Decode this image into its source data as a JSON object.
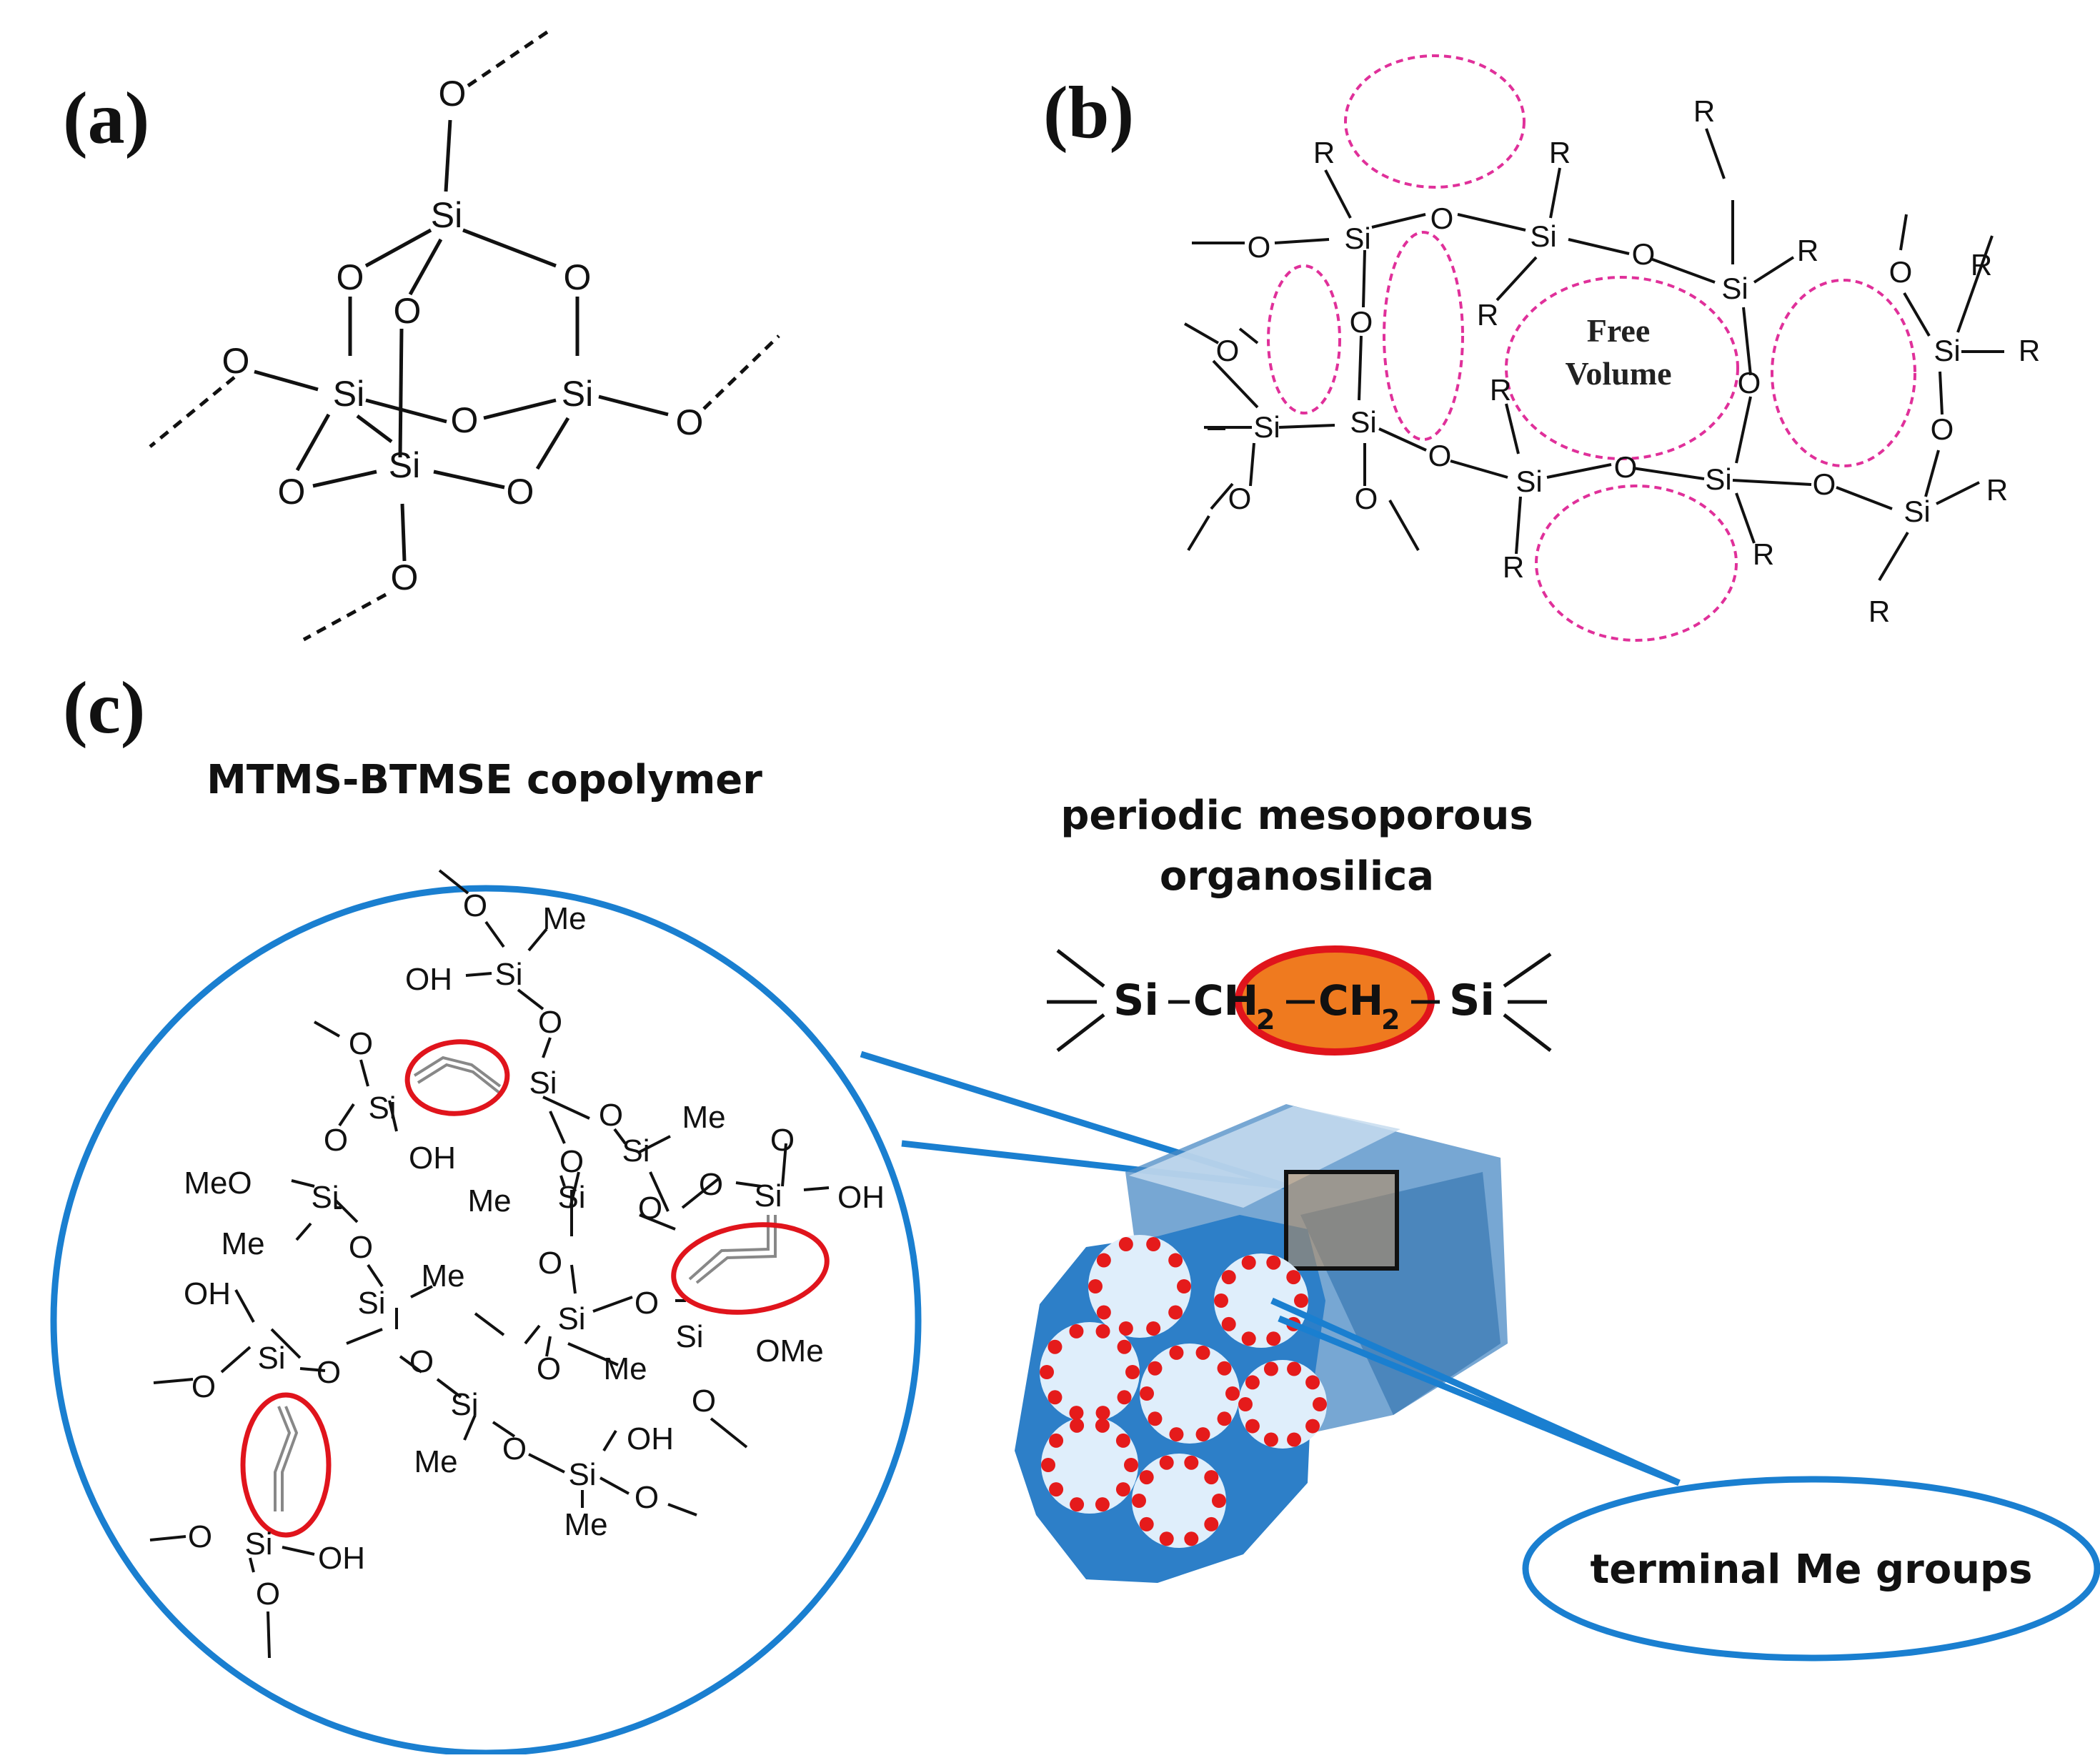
{
  "panels": {
    "a": {
      "label": "(a)"
    },
    "b": {
      "label": "(b)",
      "free_volume_line1": "Free",
      "free_volume_line2": "Volume"
    },
    "c": {
      "label": "(c)",
      "copolymer_title": "MTMS-BTMSE copolymer",
      "pmo_title_line1": "periodic mesoporous",
      "pmo_title_line2": "organosilica",
      "pmo_formula": {
        "si_left": "Si",
        "ch2_left": "CH",
        "ch2_right": "CH",
        "sub": "2",
        "si_right": "Si"
      },
      "callout_label": "terminal Me groups"
    }
  },
  "atoms": {
    "si": "Si",
    "o": "O",
    "r": "R",
    "me": "Me",
    "oh": "OH",
    "meo": "MeO",
    "ome": "OMe"
  },
  "colors": {
    "ink": "#111111",
    "free_volume_ellipse": "#e0309a",
    "zoom_circle": "#1a7fd0",
    "highlight_ellipse": "#e0141c",
    "ethylene_fill": "#ef7a1f",
    "pore_dot": "#e51b1b",
    "hex_block": "#2d7fc8"
  }
}
